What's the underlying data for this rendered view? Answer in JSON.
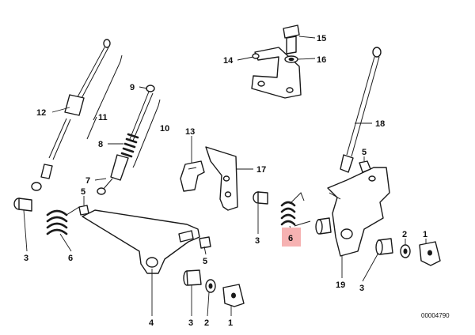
{
  "callouts": {
    "c1a": "1",
    "c1b": "1",
    "c2a": "2",
    "c2b": "2",
    "c3a": "3",
    "c3b": "3",
    "c3c": "3",
    "c3d": "3",
    "c4": "4",
    "c5a": "5",
    "c5b": "5",
    "c5c": "5",
    "c6a": "6",
    "c6b": "6",
    "c7": "7",
    "c8": "8",
    "c9": "9",
    "c10": "10",
    "c11": "11",
    "c12": "12",
    "c13": "13",
    "c14": "14",
    "c15": "15",
    "c16": "16",
    "c17": "17",
    "c18": "18",
    "c19": "19"
  },
  "highlighted_callout": "6",
  "highlight_color": "#f6b2b2",
  "drawing_reference": "00004790"
}
